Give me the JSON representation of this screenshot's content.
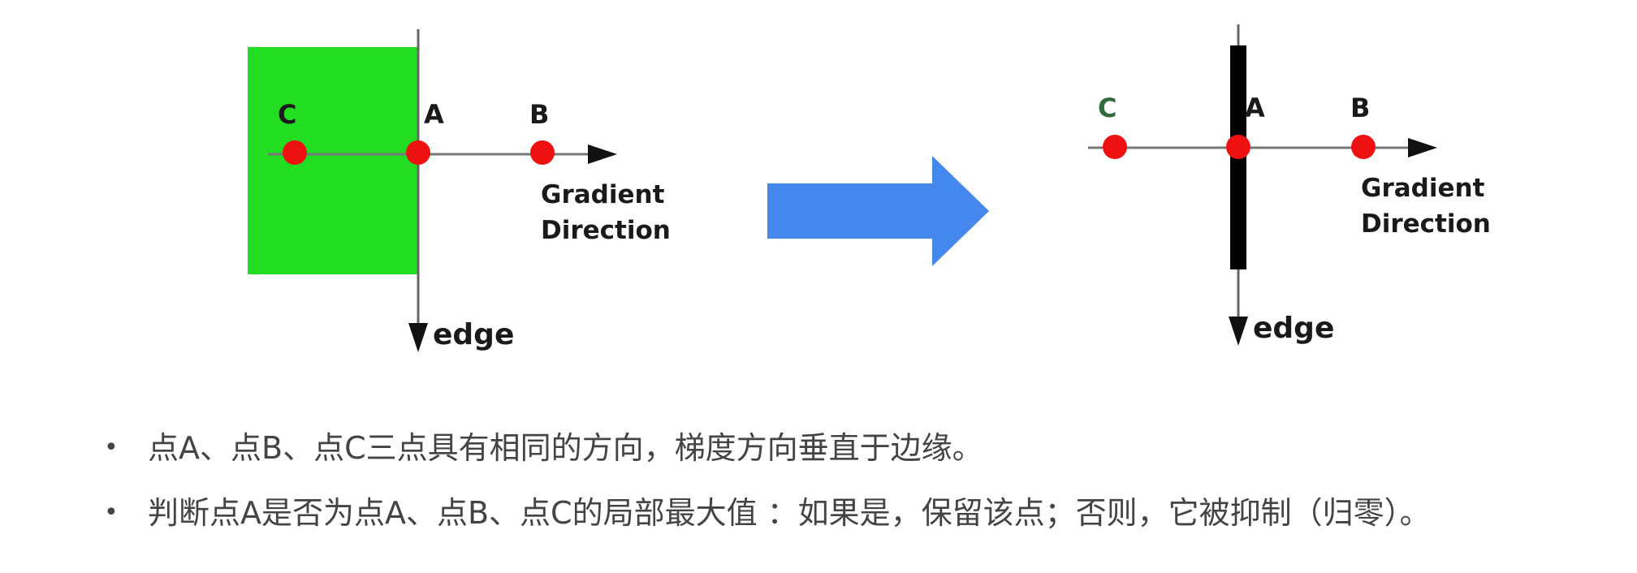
{
  "left_diagram": {
    "point_c": "C",
    "point_a": "A",
    "point_b": "B",
    "gradient_line1": "Gradient",
    "gradient_line2": "Direction",
    "edge": "edge"
  },
  "right_diagram": {
    "point_c": "C",
    "point_a": "A",
    "point_b": "B",
    "gradient_line1": "Gradient",
    "gradient_line2": "Direction",
    "edge": "edge"
  },
  "colors": {
    "region_fill": "#22dd22",
    "point_fill": "#ee1111",
    "transform_arrow": "#4488ee",
    "edge_bar": "#000000",
    "label_c_left": "#1a1a1a",
    "label_c_right": "#2e6b3a"
  },
  "icons": {
    "transform": "right-arrow-icon"
  },
  "bullets": [
    "点A、点B、点C三点具有相同的方向，梯度方向垂直于边缘。",
    "判断点A是否为点A、点B、点C的局部最大值 ：如果是，保留该点；否则，它被抑制（归零）。"
  ]
}
